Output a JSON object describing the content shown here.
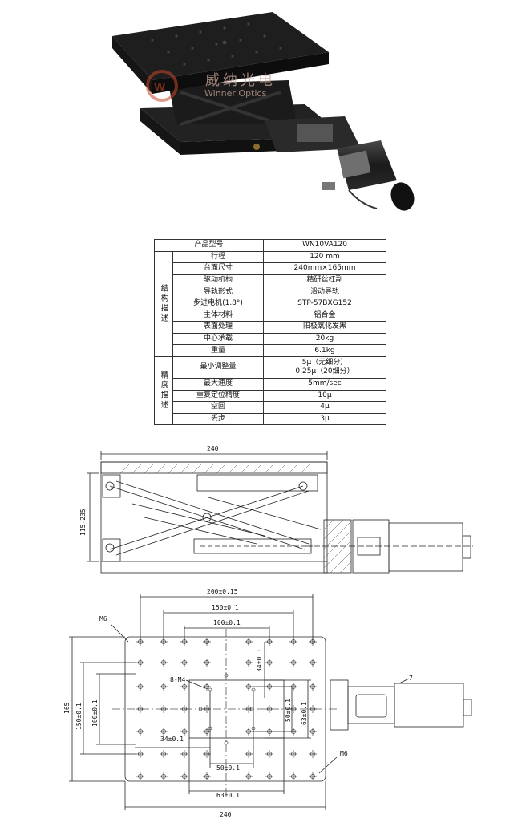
{
  "watermark": {
    "brand_cn": "威纳光电",
    "brand_en": "Winner Optics"
  },
  "spec_table": {
    "header": {
      "label": "产品型号",
      "value": "WN10VA120"
    },
    "groups": [
      {
        "name": "结构描述",
        "rows": [
          {
            "param": "行程",
            "value": "120 mm"
          },
          {
            "param": "台面尺寸",
            "value": "240mm×165mm"
          },
          {
            "param": "驱动机构",
            "value": "精研丝杠副"
          },
          {
            "param": "导轨形式",
            "value": "滑动导轨"
          },
          {
            "param": "步进电机(1.8°)",
            "value": "STP-57BXG152"
          },
          {
            "param": "主体材料",
            "value": "铝合金"
          },
          {
            "param": "表面处理",
            "value": "阳极氧化发黑"
          },
          {
            "param": "中心承载",
            "value": "20kg"
          },
          {
            "param": "重量",
            "value": "6.1kg"
          }
        ]
      },
      {
        "name": "精度描述",
        "rows": [
          {
            "param": "最小调整量",
            "value": "5μ（无细分）",
            "value2": "0.25μ（20细分）"
          },
          {
            "param": "最大速度",
            "value": "5mm/sec"
          },
          {
            "param": "重复定位精度",
            "value": "10μ"
          },
          {
            "param": "空回",
            "value": "4μ"
          },
          {
            "param": "丢步",
            "value": "3μ"
          }
        ]
      }
    ]
  },
  "side_view": {
    "width_dim": "240",
    "height_dim": "115-235"
  },
  "top_view": {
    "dims": {
      "d200": "200±0.15",
      "d150": "150±0.1",
      "d100": "100±0.1",
      "d34v": "34±0.1",
      "d8m4": "8-M4",
      "d50v": "50±0.1",
      "d63v": "63±0.1",
      "d34h": "34±0.1",
      "d50h": "50±0.1",
      "d63h": "63±0.1",
      "d240": "240",
      "d165": "165",
      "d150v": "150±0.1",
      "d100v": "100±0.1",
      "m6a": "M6",
      "m6b": "M6",
      "d7": "7"
    }
  }
}
